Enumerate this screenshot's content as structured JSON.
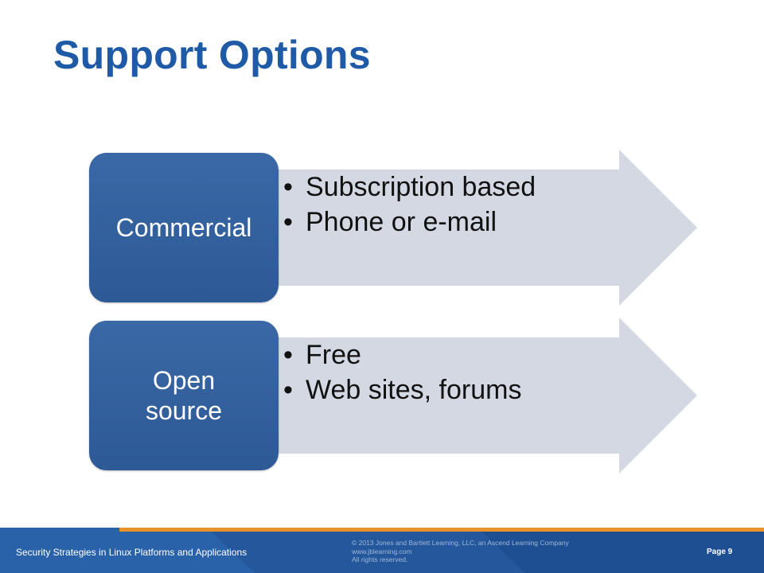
{
  "slide": {
    "title": "Support Options"
  },
  "rows": [
    {
      "category": "Commercial",
      "bullets": [
        "Subscription based",
        "Phone or e-mail"
      ]
    },
    {
      "category": "Open source",
      "bullets": [
        "Free",
        "Web sites, forums"
      ]
    }
  ],
  "footer": {
    "course": "Security Strategies in Linux Platforms and Applications",
    "copyright_line1": "© 2013 Jones and Bartlett Learning, LLC, an Ascend Learning Company",
    "copyright_line2": "www.jblearning.com",
    "copyright_line3": "All rights reserved.",
    "page": "Page 9"
  },
  "colors": {
    "title": "#1f5aa6",
    "box": "#2d5a96",
    "arrow": "#d3d8e3",
    "footer": "#24579c",
    "footer_accent": "#e8932a"
  }
}
